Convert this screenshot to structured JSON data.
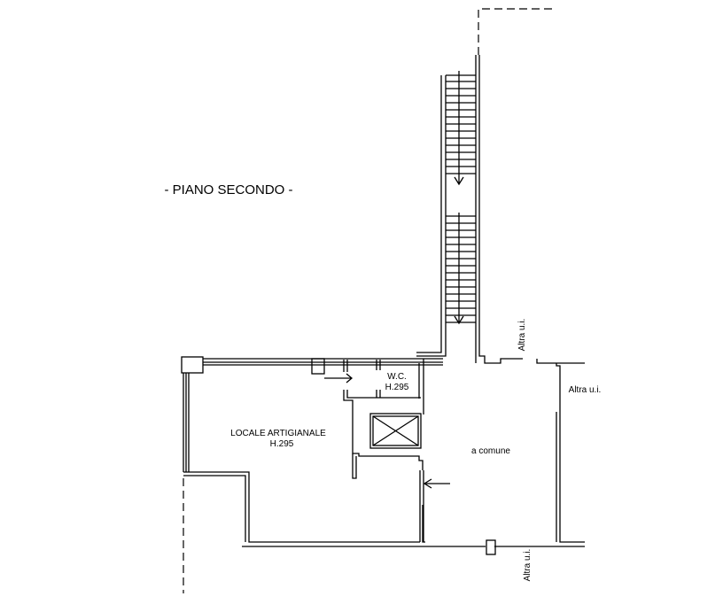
{
  "title": "- PIANO SECONDO -",
  "rooms": {
    "main": {
      "name": "LOCALE ARTIGIANALE",
      "height": "H.295"
    },
    "wc": {
      "name": "W.C.",
      "height": "H.295"
    },
    "common": {
      "name": "a comune"
    }
  },
  "labels": {
    "other_unit_top": "Altra u.i.",
    "other_unit_right": "Altra u.i.",
    "other_unit_bottom": "Altra u.i."
  }
}
